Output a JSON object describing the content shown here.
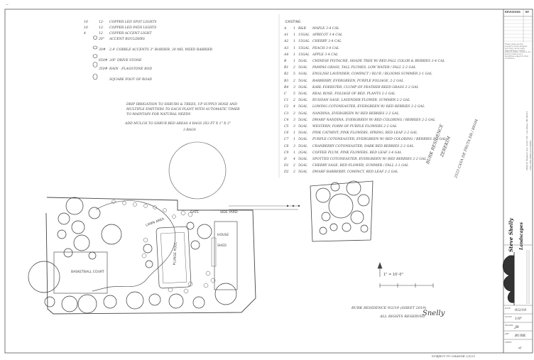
{
  "sheet": {
    "corner_mark": "—"
  },
  "lighting_legend": [
    {
      "qty": "10",
      "sym": "12-",
      "desc": "COPPER LED SPOT LIGHTS"
    },
    {
      "qty": "10",
      "sym": "12-",
      "desc": "COPPER LED PATH LIGHTS"
    },
    {
      "qty": "4",
      "sym": "12",
      "desc": "COPPER ACCENT LIGHT"
    },
    {
      "qty": "",
      "sym": "20\"",
      "desc": "ACCENT BOULDERS"
    },
    {
      "qty": "",
      "sym": "30#",
      "desc": "2.4' COBBLE ACCENTS 3\" BORDER, 30 MIL WEED BARRIER"
    },
    {
      "qty": "",
      "sym": "650#",
      "desc": "3/8\" DRIVE STONE"
    },
    {
      "qty": "",
      "sym": "350#",
      "desc": "RAIN - FLAGSTONE ROD"
    },
    {
      "qty": "",
      "sym": "",
      "desc": "SQUARE FOOT OF ROAD"
    }
  ],
  "notes": [
    "DRIP IRRIGATION TO SHRUBS & TREES, UP SUPPLY HOSE AND",
    "MULTIPLE EMITTERS TO EACH PLANT WITH AUTOMATIC TIMER",
    "TO MAINTAIN FOR NATURAL NEEDS",
    "ADD MULCH TO SHRUB BED AREAS   4 BAGS  2X3 FT  X 1\"  X 3\"",
    "3 BAGS"
  ],
  "plant_schedule": {
    "heading": "EXISTING",
    "rows": [
      {
        "key": "A",
        "qty": "1",
        "size": "B&B",
        "desc": "MAPLE  3-4 CAL"
      },
      {
        "key": "A1",
        "qty": "1",
        "size": "15GAL",
        "desc": "APRICOT  3-4 CAL"
      },
      {
        "key": "A2",
        "qty": "1",
        "size": "15GAL",
        "desc": "CHERRY  3-4 CAL"
      },
      {
        "key": "A3",
        "qty": "1",
        "size": "15GAL",
        "desc": "PEACH  3-4 CAL"
      },
      {
        "key": "A4",
        "qty": "1",
        "size": "15GAL",
        "desc": "APPLE  3-4 CAL"
      },
      {
        "key": "B",
        "qty": "1",
        "size": "5GAL",
        "desc": "CHINESE PISTACHE, SHADE TREE W/ RED FALL COLOR & BERRIES 3-4 CAL"
      },
      {
        "key": "B1",
        "qty": "2",
        "size": "5GAL",
        "desc": "PAMPAS GRASS, TALL PLUMES, LOW WATER / FALL 2-2 GAL"
      },
      {
        "key": "B2",
        "qty": "5",
        "size": "1GAL",
        "desc": "ENGLISH LAVENDER, COMPACT / BLUE / BLOOMS SUMMER 2-1 GAL"
      },
      {
        "key": "B3",
        "qty": "2",
        "size": "5GAL",
        "desc": "BARBERRY, EVERGREEN, PURPLE FOLIAGE, 2-2 GAL"
      },
      {
        "key": "B4",
        "qty": "3",
        "size": "5GAL",
        "desc": "KARL FOERSTER, CLUMP OF FEATHER REED GRASS 2-2 GAL"
      },
      {
        "key": "C",
        "qty": "5",
        "size": "5GAL",
        "desc": "REAL ROSE, FOLIAGE OF RED, PLANTS 2-2 GAL"
      },
      {
        "key": "C1",
        "qty": "2",
        "size": "5GAL",
        "desc": "RUSSIAN SAGE, LAVENDER FLOWER, SUMMER 2-2 GAL"
      },
      {
        "key": "C2",
        "qty": "4",
        "size": "5GAL",
        "desc": "LOWING COTONEASTER, EVERGREEN W/ RED BERRIES 2-2 GAL"
      },
      {
        "key": "C3",
        "qty": "2",
        "size": "5GAL",
        "desc": "NANDINA, EVERGREEN W/ RED BERRIES 2-2 GAL"
      },
      {
        "key": "C4",
        "qty": "3",
        "size": "5GAL",
        "desc": "DWARF NANDINA, EVERGREEN W/ RED COLORING / BERRIES 2-2 GAL"
      },
      {
        "key": "C5",
        "qty": "3",
        "size": "5GAL",
        "desc": "WESTERN, FORM OF PURPLE FLOWERS 2-2 GAL"
      },
      {
        "key": "C6",
        "qty": "1",
        "size": "5GAL",
        "desc": "PINK CATMINT, PINK FLOWERS, SPRING, RED LEAF 2-2 GAL"
      },
      {
        "key": "C7",
        "qty": "1",
        "size": "5GAL",
        "desc": "PURPLE COTONEASTER, EVERGREEN W/ RED COLORING / BERRIES 2-2 GAL"
      },
      {
        "key": "C8",
        "qty": "3",
        "size": "5GAL",
        "desc": "CRANBERRY COTONEASTER, DARK RED BERRIES 2-2 GAL"
      },
      {
        "key": "C9",
        "qty": "1",
        "size": "2GAL",
        "desc": "COFFEE PLUM, PINK FLOWERS, RED LEAF 3-4 GAL"
      },
      {
        "key": "D",
        "qty": "4",
        "size": "5GAL",
        "desc": "SPOTTED COTONEASTER, EVERGREEN W/ RED BERRIES 2-2 GAL"
      },
      {
        "key": "D1",
        "qty": "2",
        "size": "5GAL",
        "desc": "CHERRY SAGE, RED FLOWER, SUMMER / FALL 2-1 GAL"
      },
      {
        "key": "D2",
        "qty": "2",
        "size": "5GAL",
        "desc": "DWARF BARBERRY, COMPACT, RED LEAF 2-2 GAL"
      }
    ]
  },
  "plan_labels": {
    "lawn_area": "LAWN AREA",
    "pool": "PLUNGE POOL",
    "basketball": "BASKETBALL COURT",
    "gate": "GATE",
    "side_yard": "SIDE YARD",
    "shed": "SHED",
    "house": "HOUSE"
  },
  "scale": {
    "text": "1\" = 10'-0\""
  },
  "client": {
    "line1": "BURK RESIDENCE",
    "line2": "ZEREKIM",
    "line3": "2523 CASA DE FRUTA DR / 89104"
  },
  "signature": {
    "dated": "BURK RESIDENCE   9/2/19 (SHEET 2019)",
    "rights": "ALL RIGHTS RESERVED",
    "sig": "Snelly"
  },
  "company": {
    "name_1": "Steve Shelly",
    "name_2": "Landscapes",
    "contact_1": "2800 W. Wigwam Ave. Suite 104 - Las Vegas, NV 89123",
    "contact_2": "(702) 000-0000   LIC# 00000",
    "note": "These ideas are the property of the designer and may not be used, reproduced or copied without written consent. All plant locations and quantities subject to field conditions."
  },
  "title_block": {
    "revisions_label": "REVISIONS",
    "by_label": "BY",
    "date_label": "DATE",
    "date_value": "9/2/19",
    "scale_label": "SCALE",
    "scale_value": "1/8\"",
    "drawn_label": "DRAWN",
    "drawn_value": "JB",
    "job_label": "JOB",
    "job_value": "BURK",
    "sheet_label": "SHEET",
    "sheet_value": "of"
  },
  "bottom_note": "SUBJECT TO CHANGE 2/1/25"
}
